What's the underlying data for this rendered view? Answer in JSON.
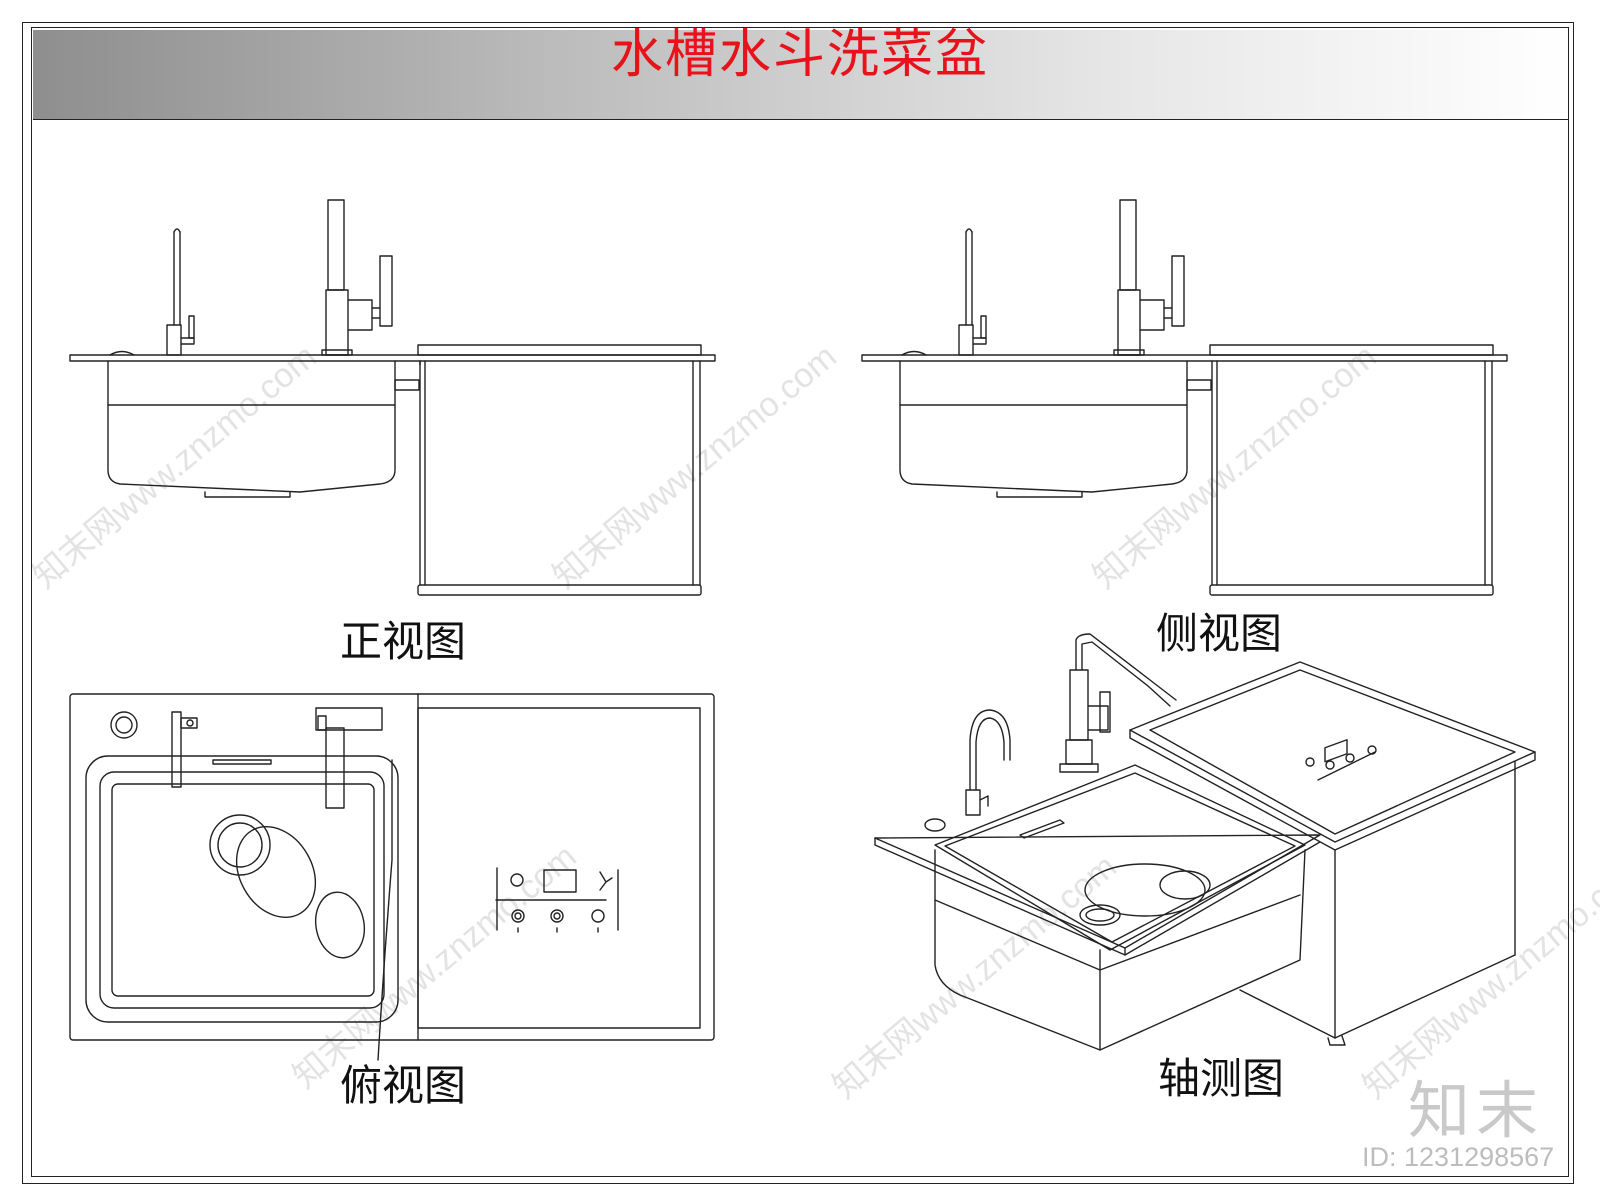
{
  "title": "水槽水斗洗菜盆",
  "views": {
    "front": "正视图",
    "side": "侧视图",
    "top": "俯视图",
    "axonometric": "轴测图"
  },
  "watermark": "知末网www.znzmo.com",
  "logo": "知末",
  "id_label": "ID: 1231298567",
  "colors": {
    "title": "#e8121b",
    "line": "#222222",
    "watermark": "#e3e3e3"
  }
}
